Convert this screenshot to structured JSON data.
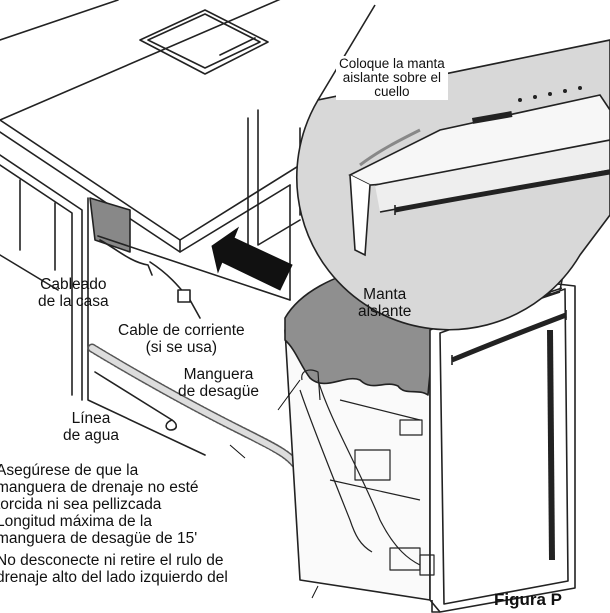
{
  "labels": {
    "callout_line1": "Coloque la manta",
    "callout_line2": "aislante sobre el",
    "callout_line3": "cuello",
    "blanket_line1": "Manta",
    "blanket_line2": "aislante",
    "wiring_line1": "Cableado",
    "wiring_line2": "de la casa",
    "power_line1": "Cable de corriente",
    "power_line2": "(si se usa)",
    "drain_line1": "Manguera",
    "drain_line2": "de desagüe",
    "water_line1": "Línea",
    "water_line2": "de agua"
  },
  "notes": [
    "Asegúrese de que la",
    "manguera de drenaje no esté",
    "torcida ni sea pellizcada",
    "Longitud máxima de la",
    "manguera de desagüe de 15'",
    "No desconecte ni retire el rulo de",
    "drenaje alto del lado izquierdo del"
  ],
  "figure_label": "Figura P"
}
